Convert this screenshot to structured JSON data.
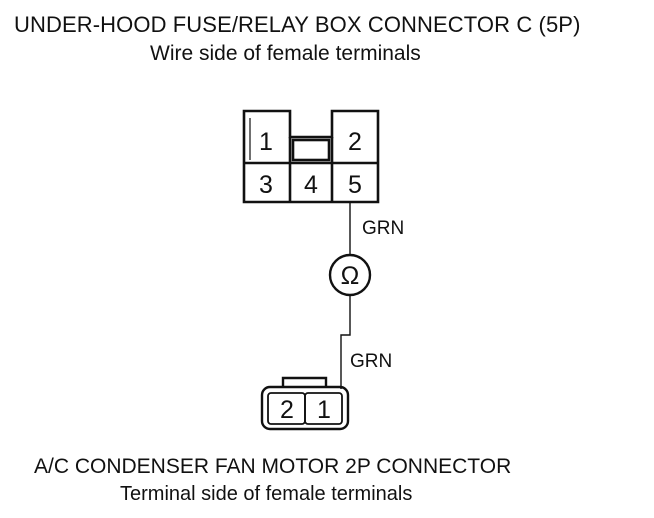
{
  "connector_c": {
    "title": "UNDER-HOOD FUSE/RELAY BOX CONNECTOR C (5P)",
    "subtitle": "Wire side of female terminals",
    "pins": [
      "1",
      "2",
      "3",
      "4",
      "5"
    ]
  },
  "wire_upper": {
    "color_label": "GRN"
  },
  "meter": {
    "symbol": "Ω"
  },
  "wire_lower": {
    "color_label": "GRN"
  },
  "fan_connector": {
    "title": "A/C CONDENSER FAN MOTOR 2P CONNECTOR",
    "subtitle": "Terminal side of female terminals",
    "pins": [
      "2",
      "1"
    ]
  }
}
